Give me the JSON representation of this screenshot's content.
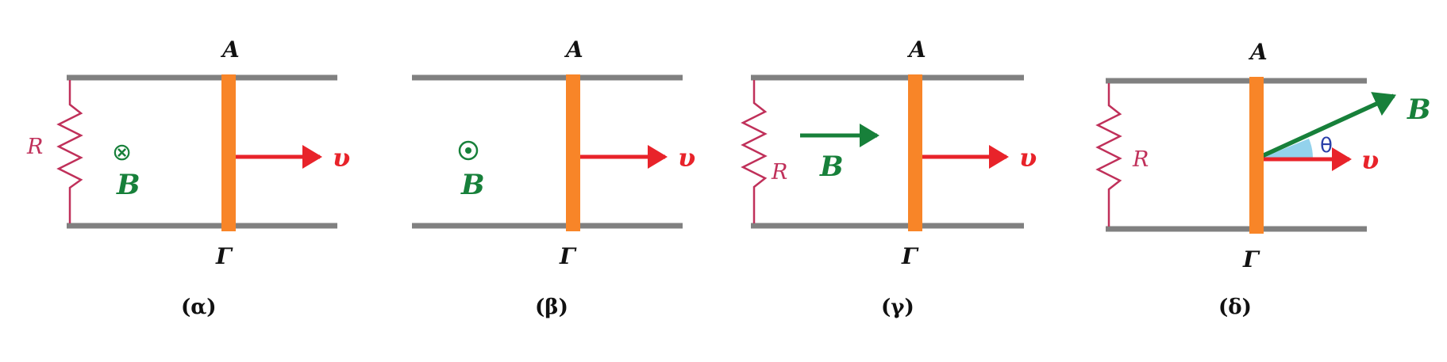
{
  "colors": {
    "rail": "#808080",
    "rod": "#f88528",
    "velocity": "#e8232a",
    "field": "#17803a",
    "resistor": "#c0305a",
    "angle_fill": "#87cdea",
    "angle_text": "#2a3fa8",
    "text": "#111111"
  },
  "panels": [
    {
      "caption": "(α)",
      "top_label": "A",
      "bottom_label": "Γ",
      "velocity_label": "υ",
      "field_label": "B",
      "field_symbol": "⊗",
      "resistor_label": "R",
      "has_resistor": true,
      "field_mode": "into-page"
    },
    {
      "caption": "(β)",
      "top_label": "A",
      "bottom_label": "Γ",
      "velocity_label": "υ",
      "field_label": "B",
      "field_symbol": "⊙",
      "resistor_label": "",
      "has_resistor": false,
      "field_mode": "out-of-page"
    },
    {
      "caption": "(γ)",
      "top_label": "A",
      "bottom_label": "Γ",
      "velocity_label": "υ",
      "field_label": "B",
      "resistor_label": "R",
      "has_resistor": true,
      "field_mode": "parallel-arrow"
    },
    {
      "caption": "(δ)",
      "top_label": "A",
      "bottom_label": "Γ",
      "velocity_label": "υ",
      "field_label": "B",
      "resistor_label": "R",
      "angle_label": "θ",
      "has_resistor": true,
      "field_mode": "angled-arrow"
    }
  ]
}
